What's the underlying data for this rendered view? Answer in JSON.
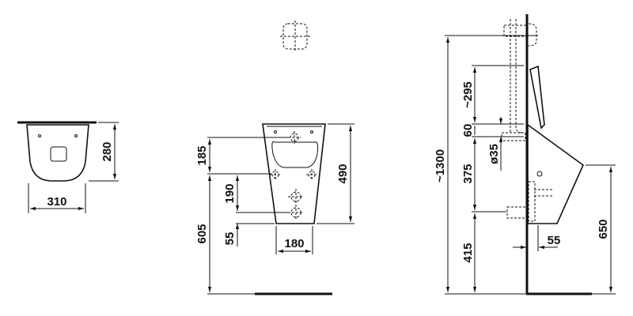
{
  "top_view": {
    "width": "310",
    "depth": "280"
  },
  "front_view": {
    "d_185": "185",
    "d_190": "190",
    "d_605": "605",
    "d_55": "55",
    "d_490": "490",
    "d_180": "180"
  },
  "side_view": {
    "d_1300": "~1300",
    "d_295": "~295",
    "d_60": "60",
    "d_375": "375",
    "d_415": "415",
    "d_35": "ø35",
    "d_55": "55",
    "d_650": "650"
  }
}
